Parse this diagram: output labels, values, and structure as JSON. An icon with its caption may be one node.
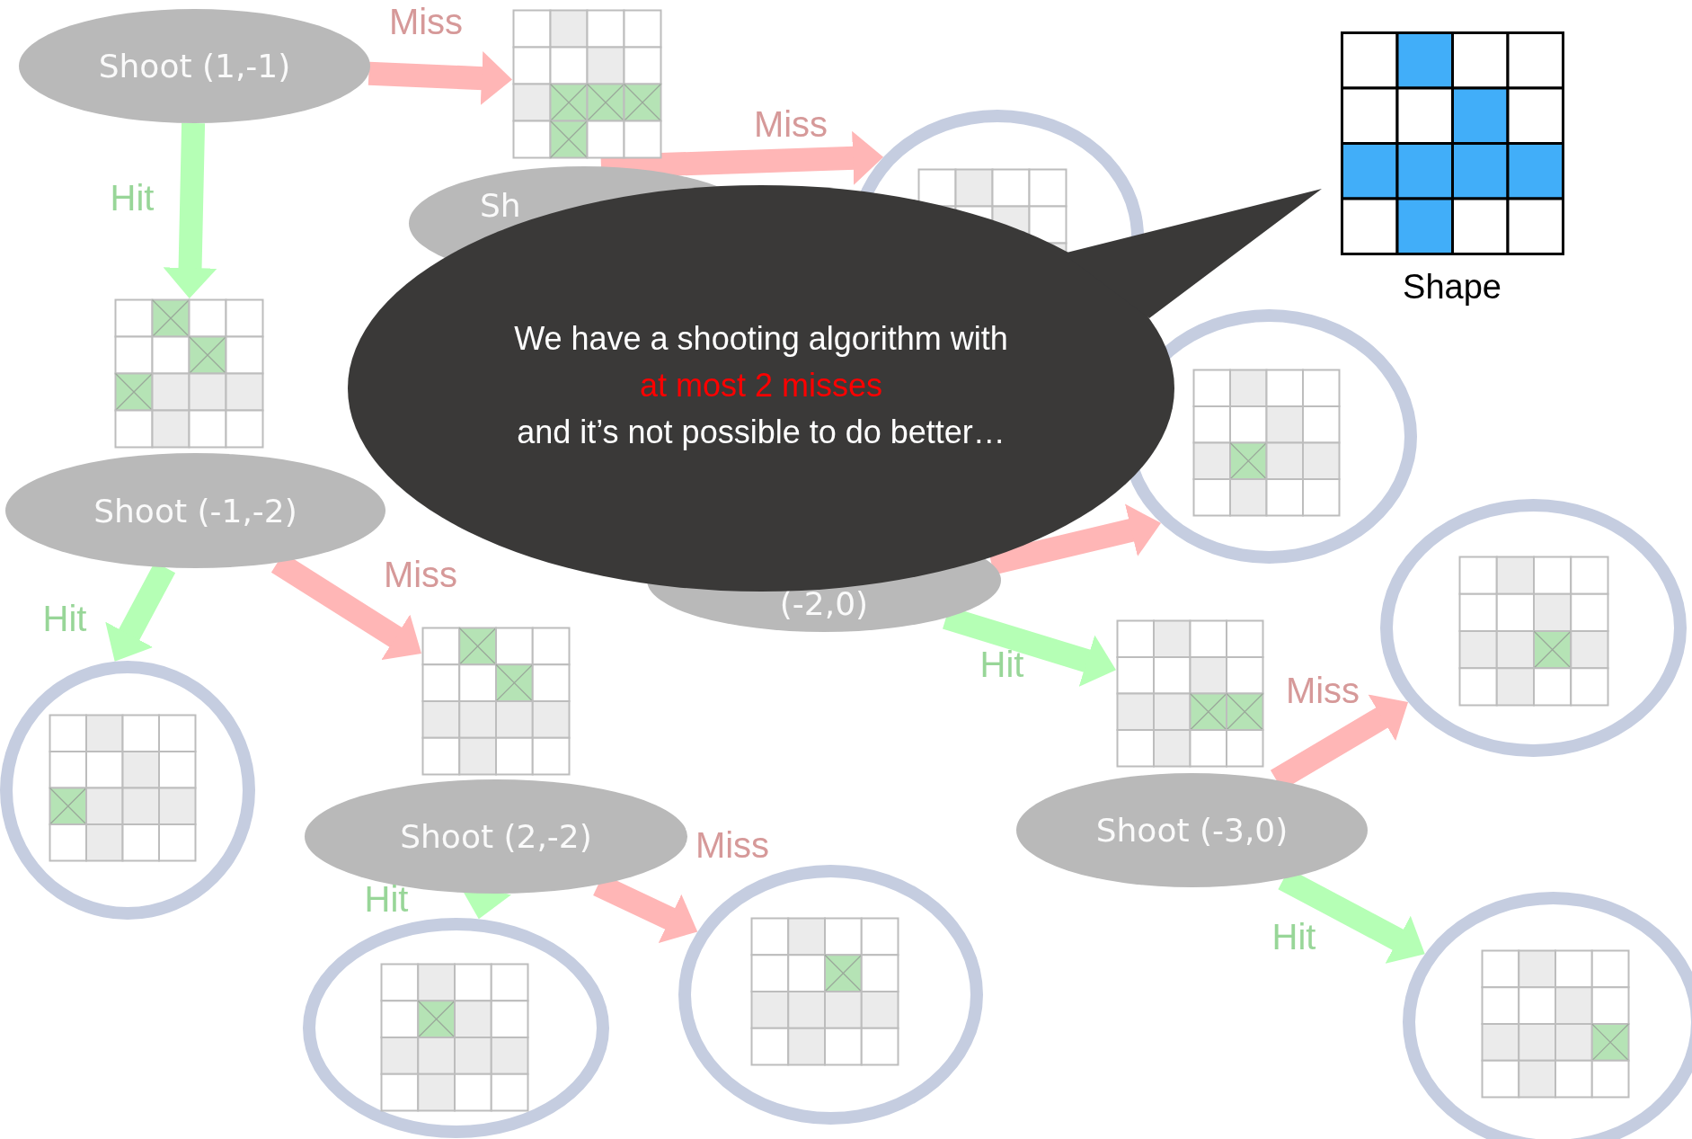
{
  "diagram": {
    "nodes": [
      {
        "text": [
          "Shoot (1,-1)"
        ]
      },
      {
        "text": [],
        "shape": "grid"
      },
      {
        "text": [],
        "shape": "grid"
      },
      {
        "text": [
          "Sh"
        ]
      },
      {
        "text": [],
        "shape": "circle"
      },
      {
        "text": [],
        "shape": "grid",
        "in": 4
      },
      {
        "text": [
          "Shoot (-1,-2)"
        ]
      },
      {
        "text": [],
        "shape": "circle"
      },
      {
        "text": [],
        "shape": "grid",
        "in": 7
      },
      {
        "text": [],
        "shape": "grid"
      },
      {
        "text": [
          "Shoot (2,-2)"
        ]
      },
      {
        "text": [],
        "shape": "circle"
      },
      {
        "text": [],
        "shape": "grid",
        "in": 11
      },
      {
        "text": [],
        "shape": "circle"
      },
      {
        "text": [],
        "shape": "grid",
        "in": 13
      },
      {
        "text": [
          "(-2,0)"
        ]
      },
      {
        "text": [],
        "shape": "circle"
      },
      {
        "text": [],
        "shape": "grid",
        "in": 16
      },
      {
        "text": [],
        "shape": "grid"
      },
      {
        "text": [
          "Shoot (-3,0)"
        ]
      },
      {
        "text": [],
        "shape": "circle"
      },
      {
        "text": [],
        "shape": "grid",
        "in": 20
      },
      {
        "text": [],
        "shape": "circle"
      },
      {
        "text": [],
        "shape": "grid",
        "in": 22
      },
      {
        "text": [
          "We have a shooting algorithm with",
          "at most 2 misses",
          "and it’s not possible to do better…"
        ]
      },
      {
        "text": [
          "Shape"
        ]
      }
    ],
    "edges": [
      {
        "from": 0,
        "to": 1,
        "arrow": "to",
        "label": "Miss",
        "color": "#ffb6b6"
      },
      {
        "from": 0,
        "to": 2,
        "arrow": "to",
        "label": "Hit",
        "color": "#b5ffb5"
      },
      {
        "from": 3,
        "to": 4,
        "arrow": "to",
        "label": "Miss",
        "color": "#ffb6b6"
      },
      {
        "from": 6,
        "to": 7,
        "arrow": "to",
        "label": "Hit",
        "color": "#b5ffb5"
      },
      {
        "from": 6,
        "to": 9,
        "arrow": "to",
        "label": "Miss",
        "color": "#ffb6b6"
      },
      {
        "from": 10,
        "to": 11,
        "arrow": "to",
        "label": "Hit",
        "color": "#b5ffb5"
      },
      {
        "from": 10,
        "to": 13,
        "arrow": "to",
        "label": "Miss",
        "color": "#ffb6b6"
      },
      {
        "from": 15,
        "to": 16,
        "arrow": "to",
        "color": "#ffb6b6"
      },
      {
        "from": 15,
        "to": 18,
        "arrow": "to",
        "label": "Hit",
        "color": "#b5ffb5"
      },
      {
        "from": 19,
        "to": 20,
        "arrow": "to",
        "label": "Miss",
        "color": "#ffb6b6"
      },
      {
        "from": 19,
        "to": 22,
        "arrow": "to",
        "label": "Hit",
        "color": "#b5ffb5"
      }
    ]
  }
}
